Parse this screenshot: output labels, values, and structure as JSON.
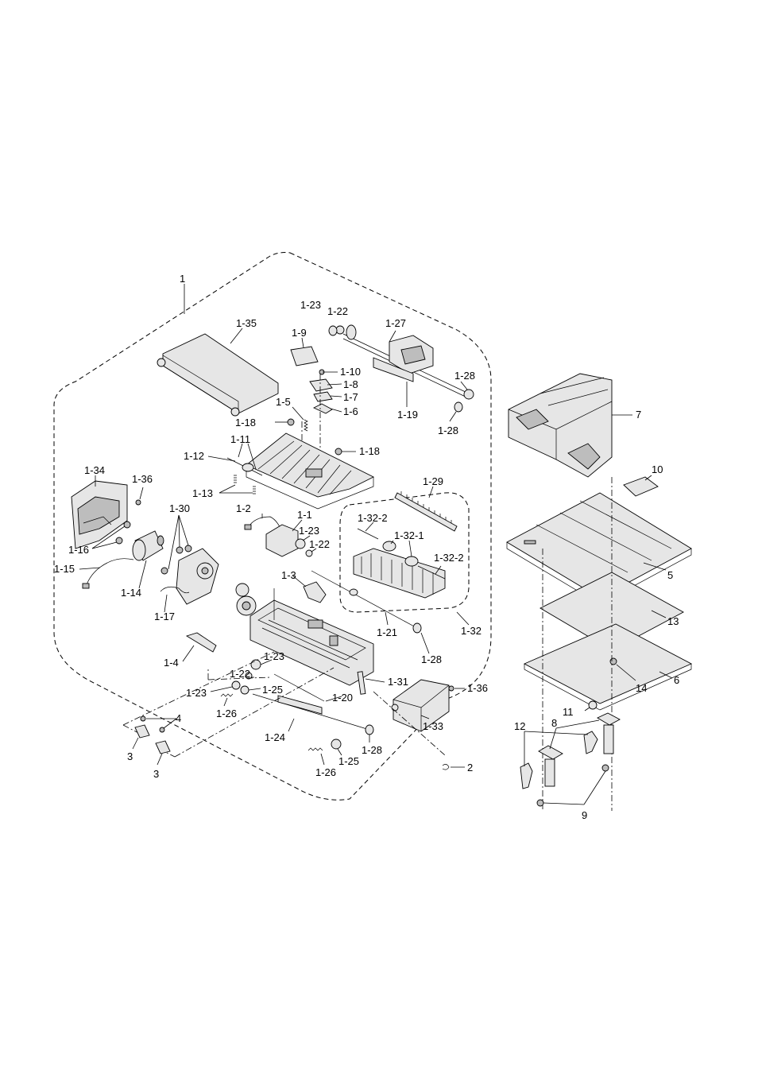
{
  "labels": {
    "l_1": "1",
    "l_1_35": "1-35",
    "l_1_23a": "1-23",
    "l_1_22a": "1-22",
    "l_1_27": "1-27",
    "l_1_9": "1-9",
    "l_1_10": "1-10",
    "l_1_8": "1-8",
    "l_1_7": "1-7",
    "l_1_6": "1-6",
    "l_1_28a": "1-28",
    "l_1_19": "1-19",
    "l_1_28b": "1-28",
    "l_1_5": "1-5",
    "l_1_18a": "1-18",
    "l_1_18b": "1-18",
    "l_1_11": "1-11",
    "l_1_12": "1-12",
    "l_1_13": "1-13",
    "l_1_34": "1-34",
    "l_1_36a": "1-36",
    "l_1_29": "1-29",
    "l_1_30": "1-30",
    "l_1_2": "1-2",
    "l_1_1": "1-1",
    "l_1_32_2a": "1-32-2",
    "l_1_32_1": "1-32-1",
    "l_1_32_2b": "1-32-2",
    "l_1_16": "1-16",
    "l_1_23b": "1-23",
    "l_1_22b": "1-22",
    "l_1_15": "1-15",
    "l_1_3": "1-3",
    "l_1_14": "1-14",
    "l_1_17": "1-17",
    "l_1_21": "1-21",
    "l_1_32": "1-32",
    "l_1_28c": "1-28",
    "l_1_4": "1-4",
    "l_1_23c": "1-23",
    "l_1_22c": "1-22",
    "l_1_31": "1-31",
    "l_1_23d": "1-23",
    "l_1_25a": "1-25",
    "l_1_36b": "1-36",
    "l_1_26a": "1-26",
    "l_1_20": "1-20",
    "l_4": "4",
    "l_1_33": "1-33",
    "l_3a": "3",
    "l_1_24": "1-24",
    "l_1_28d": "1-28",
    "l_1_25b": "1-25",
    "l_3b": "3",
    "l_2": "2",
    "l_1_26b": "1-26",
    "l_7": "7",
    "l_10": "10",
    "l_5": "5",
    "l_13": "13",
    "l_6": "6",
    "l_14": "14",
    "l_11": "11",
    "l_12": "12",
    "l_8": "8",
    "l_9": "9"
  }
}
